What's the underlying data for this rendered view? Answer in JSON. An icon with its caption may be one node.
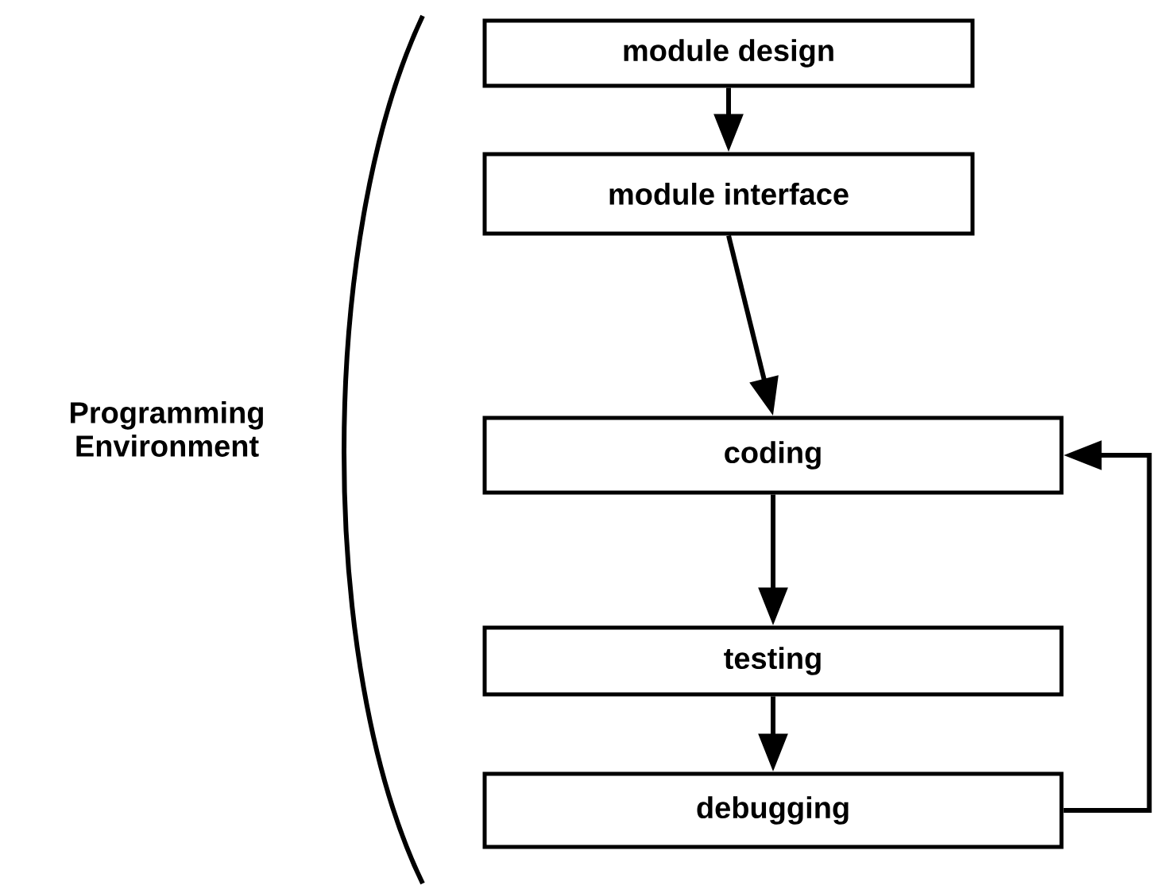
{
  "diagram": {
    "nodes": [
      {
        "text": [
          "module design"
        ]
      },
      {
        "text": [
          "module interface"
        ]
      },
      {
        "text": [
          "coding"
        ]
      },
      {
        "text": [
          "testing"
        ]
      },
      {
        "text": [
          "debugging"
        ]
      }
    ],
    "edges": [
      {
        "from": 0,
        "to": 1,
        "arrow": "to"
      },
      {
        "from": 1,
        "to": 2,
        "arrow": "to"
      },
      {
        "from": 2,
        "to": 3,
        "arrow": "to"
      },
      {
        "from": 3,
        "to": 4,
        "arrow": "to"
      },
      {
        "from": 4,
        "to": 2,
        "arrow": "to"
      }
    ],
    "labels": [
      "Programming Environment"
    ]
  }
}
